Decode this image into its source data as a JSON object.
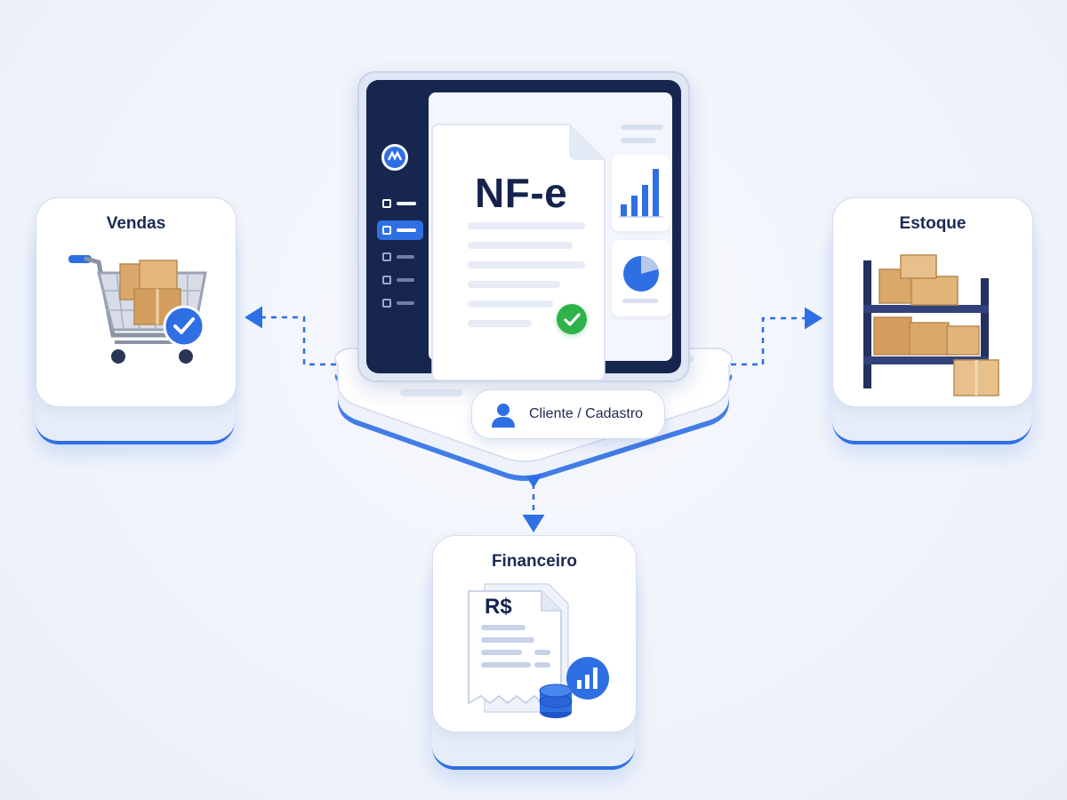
{
  "center": {
    "document_title": "NF-e",
    "client_label": "Cliente / Cadastro",
    "icons": [
      "logo-icon",
      "bar-chart-icon",
      "pie-chart-icon",
      "check-icon",
      "user-icon"
    ]
  },
  "modules": [
    {
      "id": "vendas",
      "label": "Vendas",
      "icon": "shopping-cart-icon"
    },
    {
      "id": "estoque",
      "label": "Estoque",
      "icon": "warehouse-shelf-icon"
    },
    {
      "id": "financeiro",
      "label": "Financeiro",
      "icon": "receipt-icon"
    }
  ],
  "financeiro": {
    "currency_symbol": "R$"
  },
  "colors": {
    "accent": "#2f6fe4",
    "navy": "#15234d",
    "success": "#2fb24a",
    "box": "#d9a86a"
  }
}
